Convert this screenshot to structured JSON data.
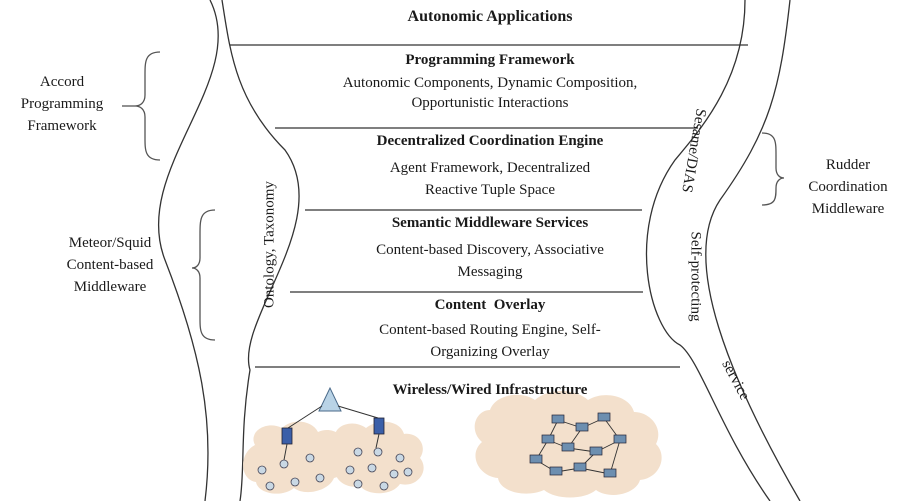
{
  "top_label": "Autonomic Applications",
  "layers": [
    {
      "title": "Programming Framework",
      "lines": [
        "Autonomic Components, Dynamic Composition,",
        "Opportunistic Interactions"
      ]
    },
    {
      "title": "Decentralized Coordination Engine",
      "lines": [
        "Agent Framework, Decentralized",
        "Reactive Tuple Space"
      ]
    },
    {
      "title": "Semantic Middleware Services",
      "lines": [
        "Content-based Discovery, Associative",
        "Messaging"
      ]
    },
    {
      "title": "Content  Overlay",
      "lines": [
        "Content-based Routing Engine, Self-",
        "Organizing Overlay"
      ]
    },
    {
      "title": "Wireless/Wired Infrastructure",
      "lines": []
    }
  ],
  "left_labels": {
    "accord": [
      "Accord",
      "Programming",
      "Framework"
    ],
    "meteor": [
      "Meteor/Squid",
      "Content-based",
      "Middleware"
    ]
  },
  "right_labels": {
    "rudder": [
      "Rudder",
      "Coordination",
      "Middleware"
    ]
  },
  "vertical_left": "Ontology, Taxonomy",
  "vertical_right": {
    "sesame": "Sesame/DIAS",
    "self_protecting": "Self-protecting",
    "service": "service"
  },
  "colors": {
    "line": "#333333",
    "triangle": "#b9d3e6",
    "node_blue": "#3b5fa8",
    "node_fill": "#c9d8e4",
    "cloud": "#f3e0cc"
  }
}
